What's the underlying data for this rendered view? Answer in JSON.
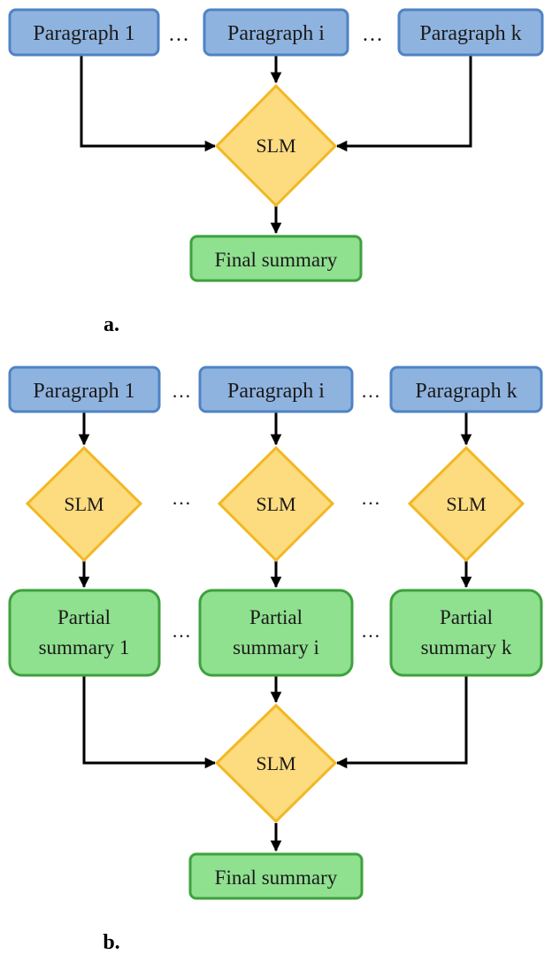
{
  "panel_a": {
    "label": "a.",
    "paragraphs": [
      "Paragraph 1",
      "Paragraph i",
      "Paragraph k"
    ],
    "ellipsis": "…",
    "slm": "SLM",
    "final": "Final summary"
  },
  "panel_b": {
    "label": "b.",
    "paragraphs": [
      "Paragraph 1",
      "Paragraph i",
      "Paragraph k"
    ],
    "ellipsis": "…",
    "slm": [
      "SLM",
      "SLM",
      "SLM"
    ],
    "partial": [
      {
        "line1": "Partial",
        "line2": "summary 1"
      },
      {
        "line1": "Partial",
        "line2": "summary i"
      },
      {
        "line1": "Partial",
        "line2": "summary k"
      }
    ],
    "final_slm": "SLM",
    "final": "Final summary"
  },
  "colors": {
    "paragraph_fill": "#8fb3df",
    "paragraph_stroke": "#4f83c4",
    "summary_fill": "#8fe08f",
    "summary_stroke": "#3ea13e",
    "slm_fill": "#fddb7f",
    "slm_stroke": "#f2b824",
    "arrow": "#000000"
  }
}
